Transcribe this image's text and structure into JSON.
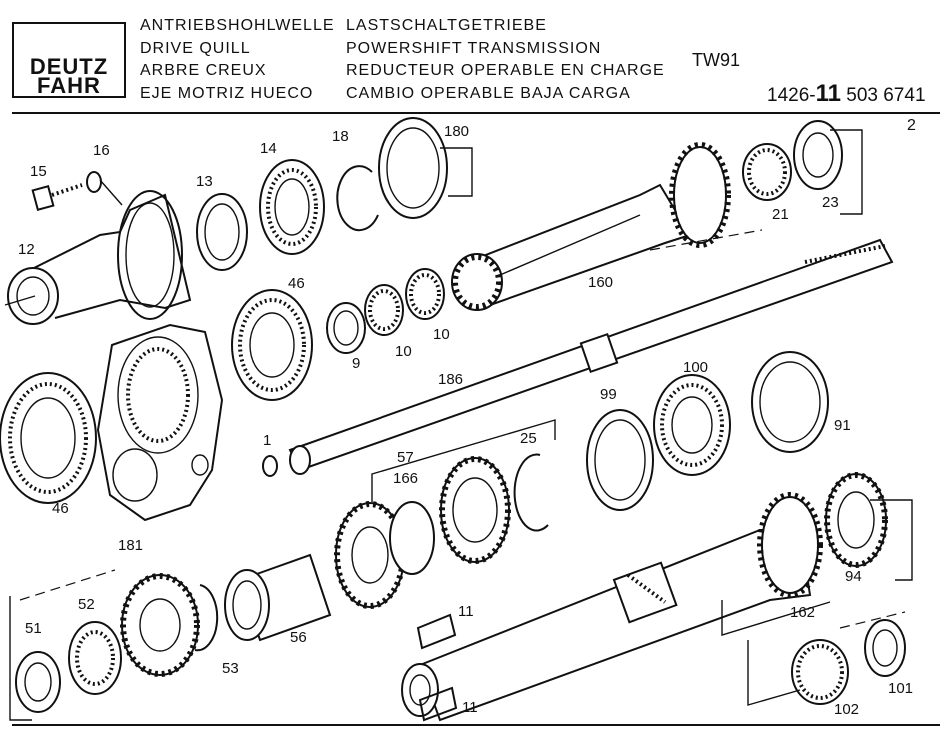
{
  "header": {
    "logo": [
      "DEUTZ",
      "FAHR"
    ],
    "part_names": [
      "ANTRIEBSHOHLWELLE",
      "DRIVE QUILL",
      "ARBRE CREUX",
      "EJE MOTRIZ HUECO"
    ],
    "group_names": [
      "LASTSCHALTGETRIEBE",
      "POWERSHIFT TRANSMISSION",
      "REDUCTEUR OPERABLE EN CHARGE",
      "CAMBIO OPERABLE BAJA CARGA"
    ],
    "model": "TW91",
    "part_number_prefix": "1426-",
    "part_number_group": "11",
    "part_number_suffix": " 503 6741",
    "page": "2"
  },
  "callouts": [
    "15",
    "16",
    "13",
    "14",
    "18",
    "180",
    "12",
    "46",
    "9",
    "10",
    "10",
    "160",
    "21",
    "23",
    "46",
    "181",
    "1",
    "186",
    "57",
    "166",
    "25",
    "99",
    "100",
    "91",
    "51",
    "52",
    "53",
    "56",
    "11",
    "11",
    "162",
    "94",
    "102",
    "101"
  ]
}
